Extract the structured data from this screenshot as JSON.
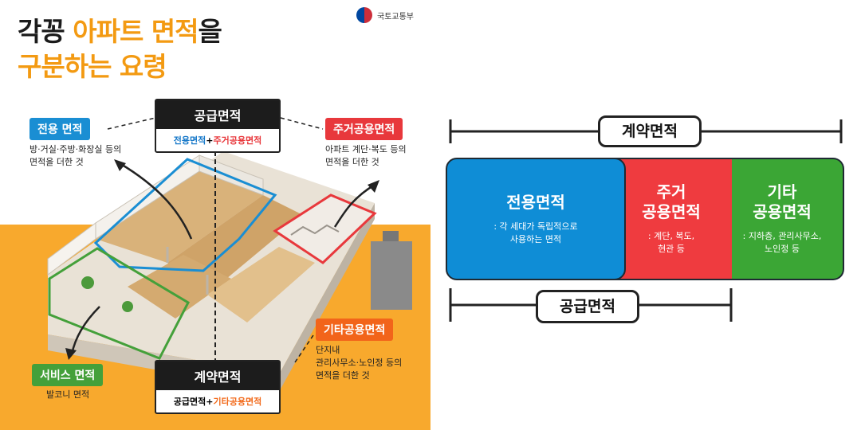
{
  "title": {
    "line1_dark": "각꽁",
    "line1_orange": "아파트 면적",
    "line1_suffix": "을",
    "line2": "구분하는 요령"
  },
  "ministry": "국토교통부",
  "left": {
    "exclusive": {
      "label": "전용 면적",
      "desc1": "방·거실·주방·화장실 등의",
      "desc2": "면적을 더한 것",
      "color": "#1a8ed3"
    },
    "residential_common": {
      "label": "주거공용면적",
      "desc1": "아파트 계단·복도 등의",
      "desc2": "면적을 더한 것",
      "color": "#e8383c"
    },
    "service": {
      "label": "서비스 면적",
      "desc": "발코니 면적",
      "color": "#44a03a"
    },
    "other_common": {
      "label": "기타공용면적",
      "desc1": "단지내",
      "desc2": "관리사무소·노인정 등의",
      "desc3": "면적을 더한 것",
      "color": "#f2641a"
    },
    "supply_box": {
      "title": "공급면적",
      "part1": "전용면적",
      "plus": "+",
      "part2": "주거공용면적"
    },
    "contract_box": {
      "title": "계약면적",
      "part1": "공급면적",
      "plus": "+",
      "part2": "기타공용면적"
    }
  },
  "right": {
    "contract_label": "계약면적",
    "supply_label": "공급면적",
    "segments": [
      {
        "title1": "전용면적",
        "title2": "",
        "desc1": ": 각 세대가 독립적으로",
        "desc2": "사용하는 면적",
        "color": "#0f8dd6"
      },
      {
        "title1": "주거",
        "title2": "공용면적",
        "desc1": ": 계단, 복도,",
        "desc2": "현관 등",
        "color": "#ef3b3f"
      },
      {
        "title1": "기타",
        "title2": "공용면적",
        "desc1": ": 지하층, 관리사무소,",
        "desc2": "노인정 등",
        "color": "#3ba635"
      }
    ]
  }
}
